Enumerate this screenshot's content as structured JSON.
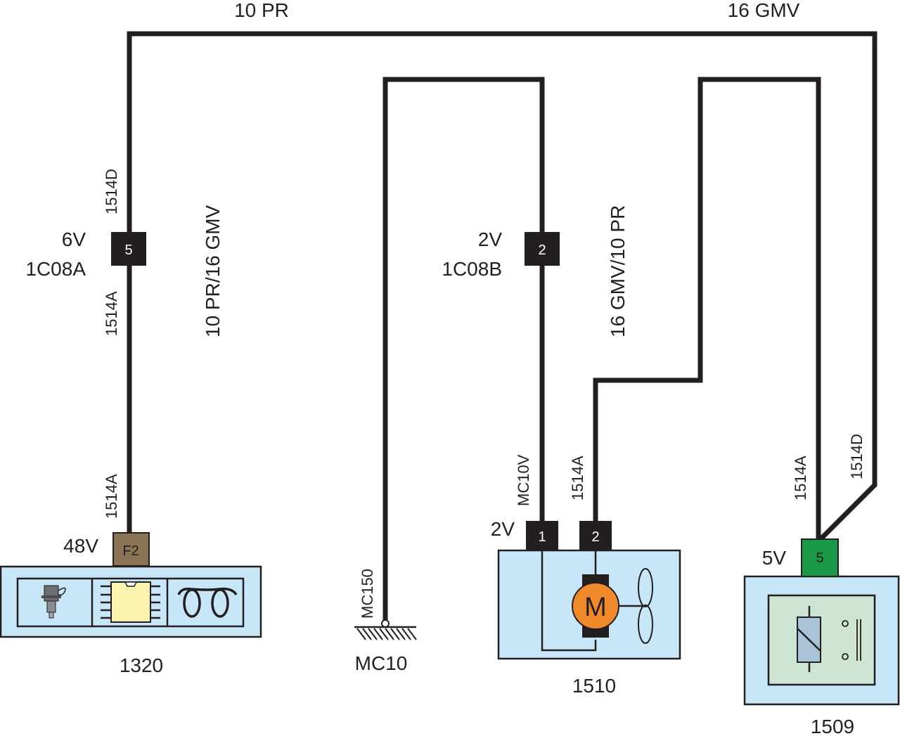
{
  "diagram": {
    "type": "wiring-schematic",
    "wire_labels": {
      "top_left": "10 PR",
      "top_right": "16 GMV",
      "left_vertical": "10 PR/16 GMV",
      "middle_vertical": "16 GMV/10 PR"
    },
    "connectors": {
      "c1c08a": {
        "voltage": "6V",
        "id": "1C08A",
        "pin": "5",
        "wire_above": "1514D",
        "wire_below": "1514A",
        "color": "#231f20"
      },
      "c1c08b": {
        "voltage": "2V",
        "id": "1C08B",
        "pin": "2",
        "color": "#231f20"
      }
    },
    "components": {
      "c1320": {
        "id": "1320",
        "connector_voltage": "48V",
        "connector_pin": "F2",
        "connector_color": "#8b7355",
        "wire": "1514A",
        "icons": [
          "sensor-icon",
          "chip-icon",
          "coil-icon"
        ]
      },
      "mc10": {
        "id": "MC10",
        "wire": "MC150"
      },
      "c1510": {
        "id": "1510",
        "connector_voltage": "2V",
        "pins": [
          "1",
          "2"
        ],
        "wire_pin1": "MC10V",
        "wire_pin2": "1514A",
        "motor_label": "M",
        "motor_color": "#f0892a"
      },
      "c1509": {
        "id": "1509",
        "connector_voltage": "5V",
        "connector_pin": "5",
        "connector_color": "#1a9a48",
        "wire_a": "1514A",
        "wire_d": "1514D"
      }
    },
    "colors": {
      "box_fill": "#c7e6f8",
      "relay_inner": "#cfe5d3",
      "chip_fill": "#fbf4b0",
      "wire": "#231f20"
    }
  }
}
